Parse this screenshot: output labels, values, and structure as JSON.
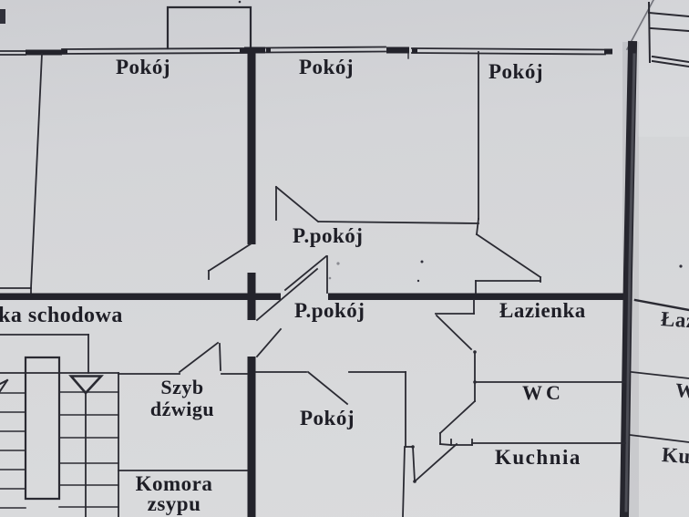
{
  "floor_plan": {
    "upper_apartment": {
      "room_left": "Pokój",
      "room_middle": "Pokój",
      "room_right": "Pokój",
      "hallway": "P.pokój"
    },
    "lower_apartment": {
      "hallway": "P.pokój",
      "room": "Pokój",
      "bathroom": "Łazienka",
      "wc": "WC",
      "kitchen": "Kuchnia"
    },
    "common_area": {
      "staircase": "ka schodowa",
      "lift_shaft_line1": "Szyb",
      "lift_shaft_line2": "dźwigu",
      "chute_room_line1": "Komora",
      "chute_room_line2": "zsypu"
    },
    "neighbor_apartment": {
      "bathroom_partial": "Łazi",
      "wc_partial": "W",
      "kitchen_partial": "Ku"
    }
  },
  "colors": {
    "paper": "#d4d5d8",
    "ink": "#2a2a32",
    "thick_wall": "#22222a"
  }
}
